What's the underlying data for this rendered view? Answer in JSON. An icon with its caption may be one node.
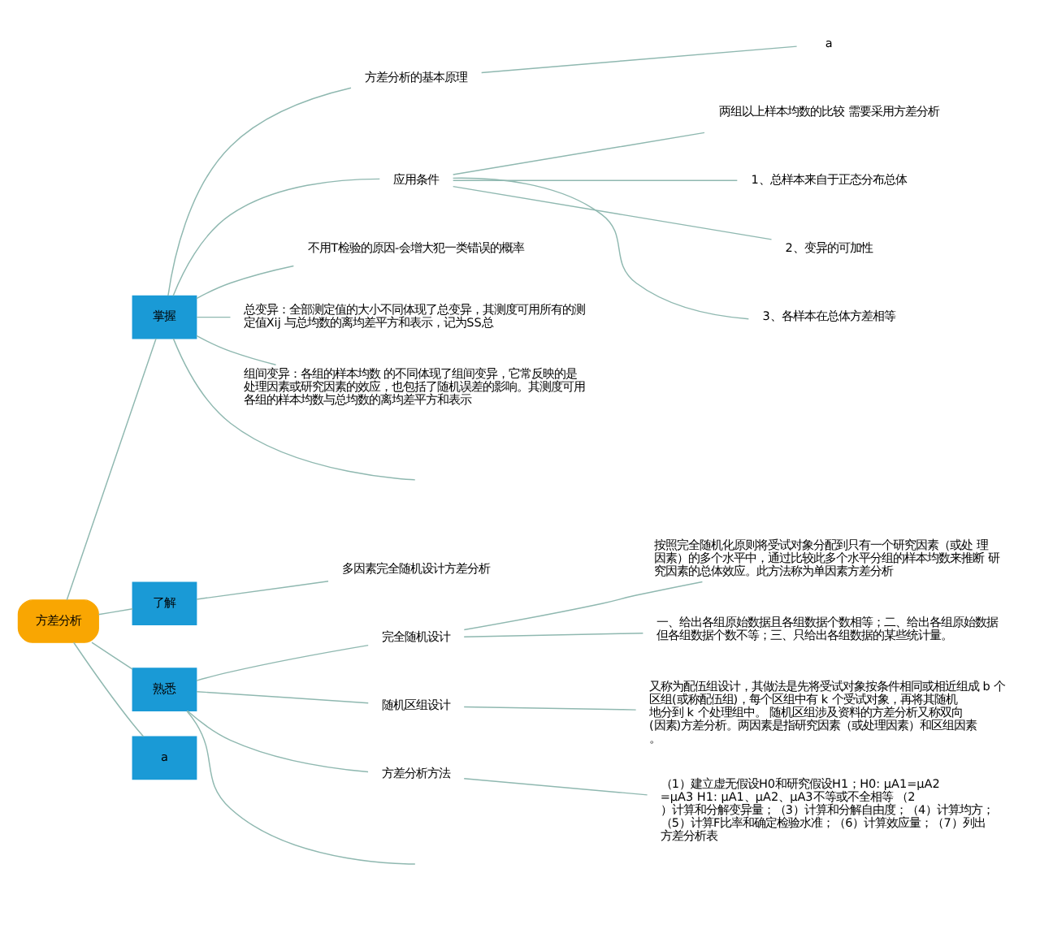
{
  "diagram": {
    "nodes": [
      {
        "text": [
          "方差分析"
        ]
      },
      {
        "text": [
          "掌握"
        ]
      },
      {
        "text": [
          "了解"
        ]
      },
      {
        "text": [
          "熟悉"
        ]
      },
      {
        "text": [
          "a"
        ]
      },
      {
        "text": [
          "方差分析的基本原理"
        ]
      },
      {
        "text": [
          "a"
        ]
      },
      {
        "text": [
          "应用条件"
        ]
      },
      {
        "text": [
          "两组以上样本均数的比较 需要采用方差分析"
        ]
      },
      {
        "text": [
          "1、总样本来自于正态分布总体"
        ]
      },
      {
        "text": [
          "2、变异的可加性"
        ]
      },
      {
        "text": [
          "3、各样本在总体方差相等"
        ]
      },
      {
        "text": [
          "不用T检验的原因-会增大犯一类错误的概率"
        ]
      },
      {
        "text": [
          "总变异：全部测定值的大小不同体现了总变异，其测度可用所有的测定值Xij 与总均数的离均差平方和表示，记为SS总"
        ]
      },
      {
        "text": [
          "组间变异：各组的样本均数 的不同体现了组间变异，它常反映的是处理因素或研究因素的效应，也包括了随机误差的影响。其测度可用各组的样本均数与总均数的离均差平方和表示"
        ]
      },
      {
        "text": [
          "多因素完全随机设计方差分析"
        ]
      },
      {
        "text": [
          "完全随机设计"
        ]
      },
      {
        "text": [
          "按照完全随机化原则将受试对象分配到只有一个研究因素（或处 理因素）的多个水平中，通过比较此多个水平分组的样本均数来推断 研究因素的总体效应。此方法称为单因素方差分析"
        ]
      },
      {
        "text": [
          "一、给出各组原始数据且各组数据个数相等；二、给出各组原始数据但各组数据个数不等；三、只给出各组数据的某些统计量。"
        ]
      },
      {
        "text": [
          "随机区组设计"
        ]
      },
      {
        "text": [
          "又称为配伍组设计，其做法是先将受试对象按条件相同或相近组成 b 个区组(或称配伍组)，每个区组中有 k 个受试对象，再将其随机地分到 k 个处理组中。 随机区组涉及资料的方差分析又称双向(因素)方差分析。两因素是指研究因素（或处理因素）和区组因素。"
        ]
      },
      {
        "text": [
          "方差分析方法"
        ]
      },
      {
        "text": [
          "（1）建立虚无假设H0和研究假设H1；H0: μA1=μA2=μA3 H1: μA1、μA2、μA3不等或不全相等 （2）计算和分解变异量；（3）计算和分解自由度；（4）计算均方；（5）计算F比率和确定检验水准；（6）计算效应量；（7）列出方差分析表"
        ]
      }
    ],
    "edges": [
      {
        "from": 0,
        "to": 1,
        "arrow": "none"
      },
      {
        "from": 0,
        "to": 2,
        "arrow": "none"
      },
      {
        "from": 0,
        "to": 3,
        "arrow": "none"
      },
      {
        "from": 0,
        "to": 4,
        "arrow": "none"
      },
      {
        "from": 1,
        "to": 5,
        "arrow": "none"
      },
      {
        "from": 5,
        "to": 6,
        "arrow": "none"
      },
      {
        "from": 1,
        "to": 7,
        "arrow": "none"
      },
      {
        "from": 7,
        "to": 8,
        "arrow": "none"
      },
      {
        "from": 7,
        "to": 9,
        "arrow": "none"
      },
      {
        "from": 7,
        "to": 10,
        "arrow": "none"
      },
      {
        "from": 7,
        "to": 11,
        "arrow": "none"
      },
      {
        "from": 1,
        "to": 12,
        "arrow": "none"
      },
      {
        "from": 1,
        "to": 13,
        "arrow": "none"
      },
      {
        "from": 1,
        "to": 14,
        "arrow": "none"
      },
      {
        "from": 1,
        "to": null,
        "arrow": "none"
      },
      {
        "from": 2,
        "to": 15,
        "arrow": "none"
      },
      {
        "from": 3,
        "to": 16,
        "arrow": "none"
      },
      {
        "from": 16,
        "to": 17,
        "arrow": "none"
      },
      {
        "from": 16,
        "to": 18,
        "arrow": "none"
      },
      {
        "from": 3,
        "to": 19,
        "arrow": "none"
      },
      {
        "from": 19,
        "to": 20,
        "arrow": "none"
      },
      {
        "from": 3,
        "to": 21,
        "arrow": "none"
      },
      {
        "from": 21,
        "to": 22,
        "arrow": "none"
      },
      {
        "from": 3,
        "to": null,
        "arrow": "none"
      }
    ]
  }
}
